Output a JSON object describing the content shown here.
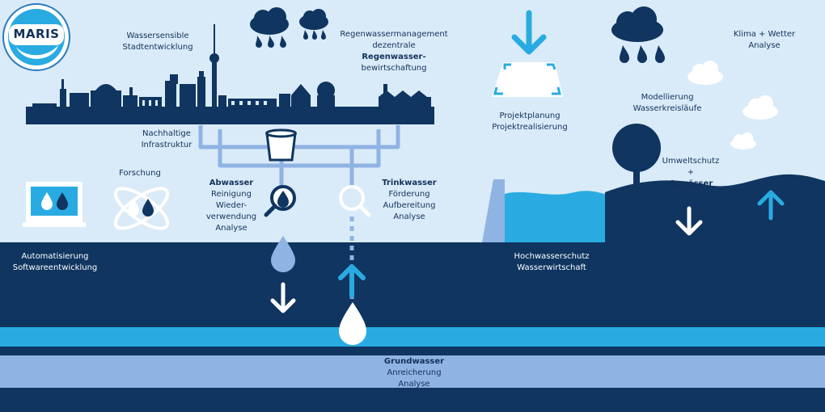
{
  "logo": {
    "text": "MARIS"
  },
  "labels": {
    "water_sensitive": [
      "Wassersensible",
      "Stadtentwicklung"
    ],
    "rainwater": [
      "Regenwassermanagement",
      "dezentrale"
    ],
    "rainwater_bold": [
      "Regenwasser-"
    ],
    "rainwater_tail": [
      "bewirtschaftung"
    ],
    "project": [
      "Projektplanung",
      "Projektrealisierung"
    ],
    "climate": [
      "Klima + Wetter",
      "Analyse"
    ],
    "modelling": [
      "Modellierung",
      "Wasserkreisläufe"
    ],
    "infrastructure": [
      "Nachhaltige",
      "Infrastruktur"
    ],
    "research": [
      "Forschung"
    ],
    "wastewater_title": "Abwasser",
    "wastewater": [
      "Reinigung",
      "Wieder-",
      "verwendung",
      "Analyse"
    ],
    "drinking_title": "Trinkwasser",
    "drinking": [
      "Förderung",
      "Aufbereitung",
      "Analyse"
    ],
    "environment": [
      "Umweltschutz",
      "+"
    ],
    "environment_bold": "Gewässer",
    "automation": [
      "Automatisierung",
      "Softwareentwicklung"
    ],
    "flood": [
      "Hochwasserschutz",
      "Wasserwirtschaft"
    ],
    "groundwater_title": "Grundwasser",
    "groundwater": [
      "Anreicherung",
      "Analyse"
    ]
  },
  "colors": {
    "sky": "#d9ebf8",
    "navy": "#0f3560",
    "dark_navy": "#0b2a4d",
    "pipe": "#8fb3e3",
    "water": "#29abe2",
    "groundwater": "#8fb3e3",
    "white": "#ffffff"
  }
}
